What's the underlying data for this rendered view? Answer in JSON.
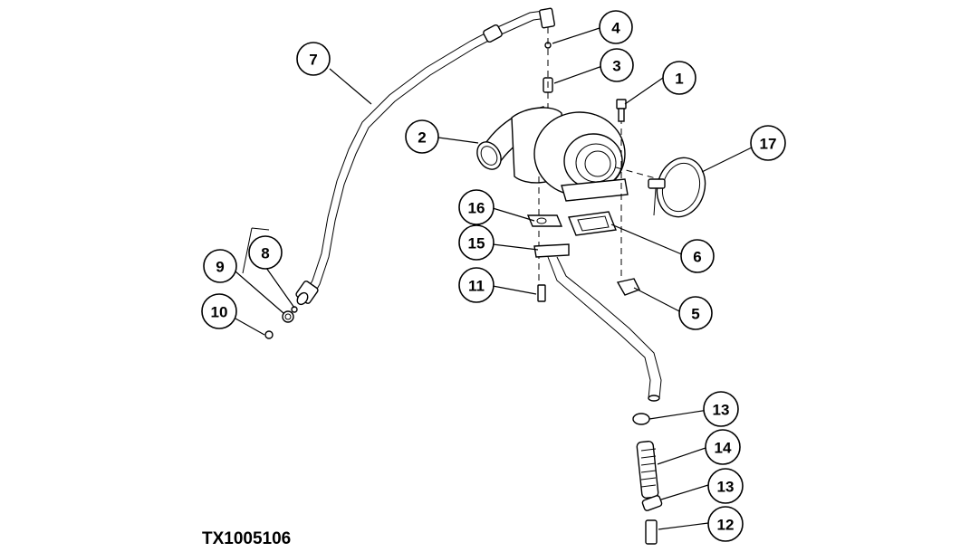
{
  "figure_id": "TX1005106",
  "callouts": {
    "c1": "1",
    "c2": "2",
    "c3": "3",
    "c4": "4",
    "c5": "5",
    "c6": "6",
    "c7": "7",
    "c8": "8",
    "c9": "9",
    "c10": "10",
    "c11": "11",
    "c12": "12",
    "c13a": "13",
    "c13b": "13",
    "c14": "14",
    "c15": "15",
    "c16": "16",
    "c17": "17"
  },
  "colors": {
    "line": "#000000",
    "background": "#ffffff"
  }
}
